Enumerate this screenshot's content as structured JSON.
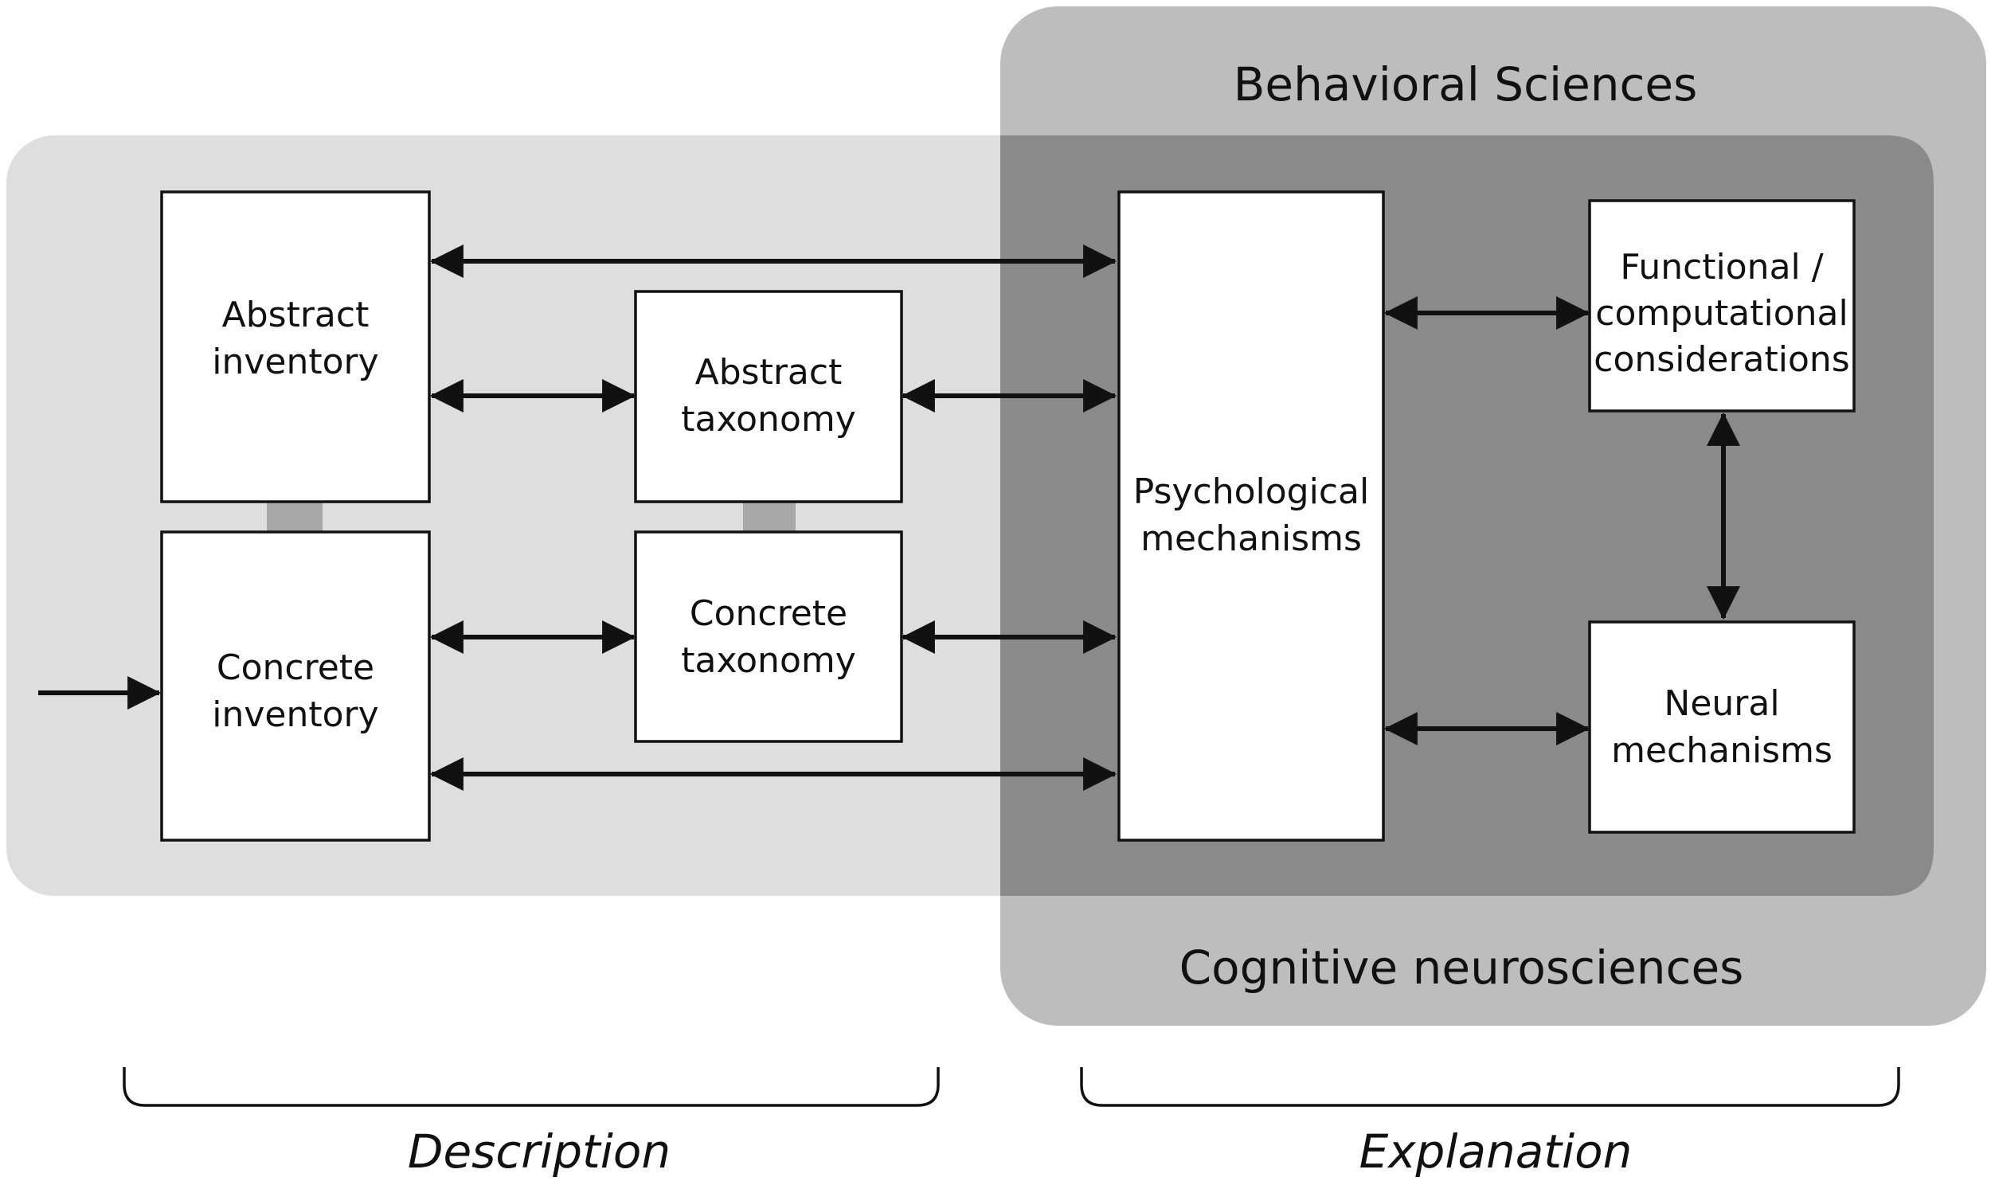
{
  "regions": {
    "behavioral_sciences": {
      "label": "Behavioral Sciences",
      "color": "#bdbdbd"
    },
    "cognitive_neurosciences": {
      "label": "Cognitive neurosciences",
      "color": "#bdbdbd"
    },
    "description_band_color": "#dedede",
    "overlap_color": "#8a8a8a"
  },
  "boxes": {
    "abstract_inventory": [
      "Abstract",
      "inventory"
    ],
    "concrete_inventory": [
      "Concrete",
      "inventory"
    ],
    "abstract_taxonomy": [
      "Abstract",
      "taxonomy"
    ],
    "concrete_taxonomy": [
      "Concrete",
      "taxonomy"
    ],
    "psychological_mechanisms": [
      "Psychological",
      "mechanisms"
    ],
    "functional_considerations": [
      "Functional /",
      "computational",
      "considerations"
    ],
    "neural_mechanisms": [
      "Neural",
      "mechanisms"
    ]
  },
  "braces": {
    "description": "Description",
    "explanation": "Explanation"
  }
}
